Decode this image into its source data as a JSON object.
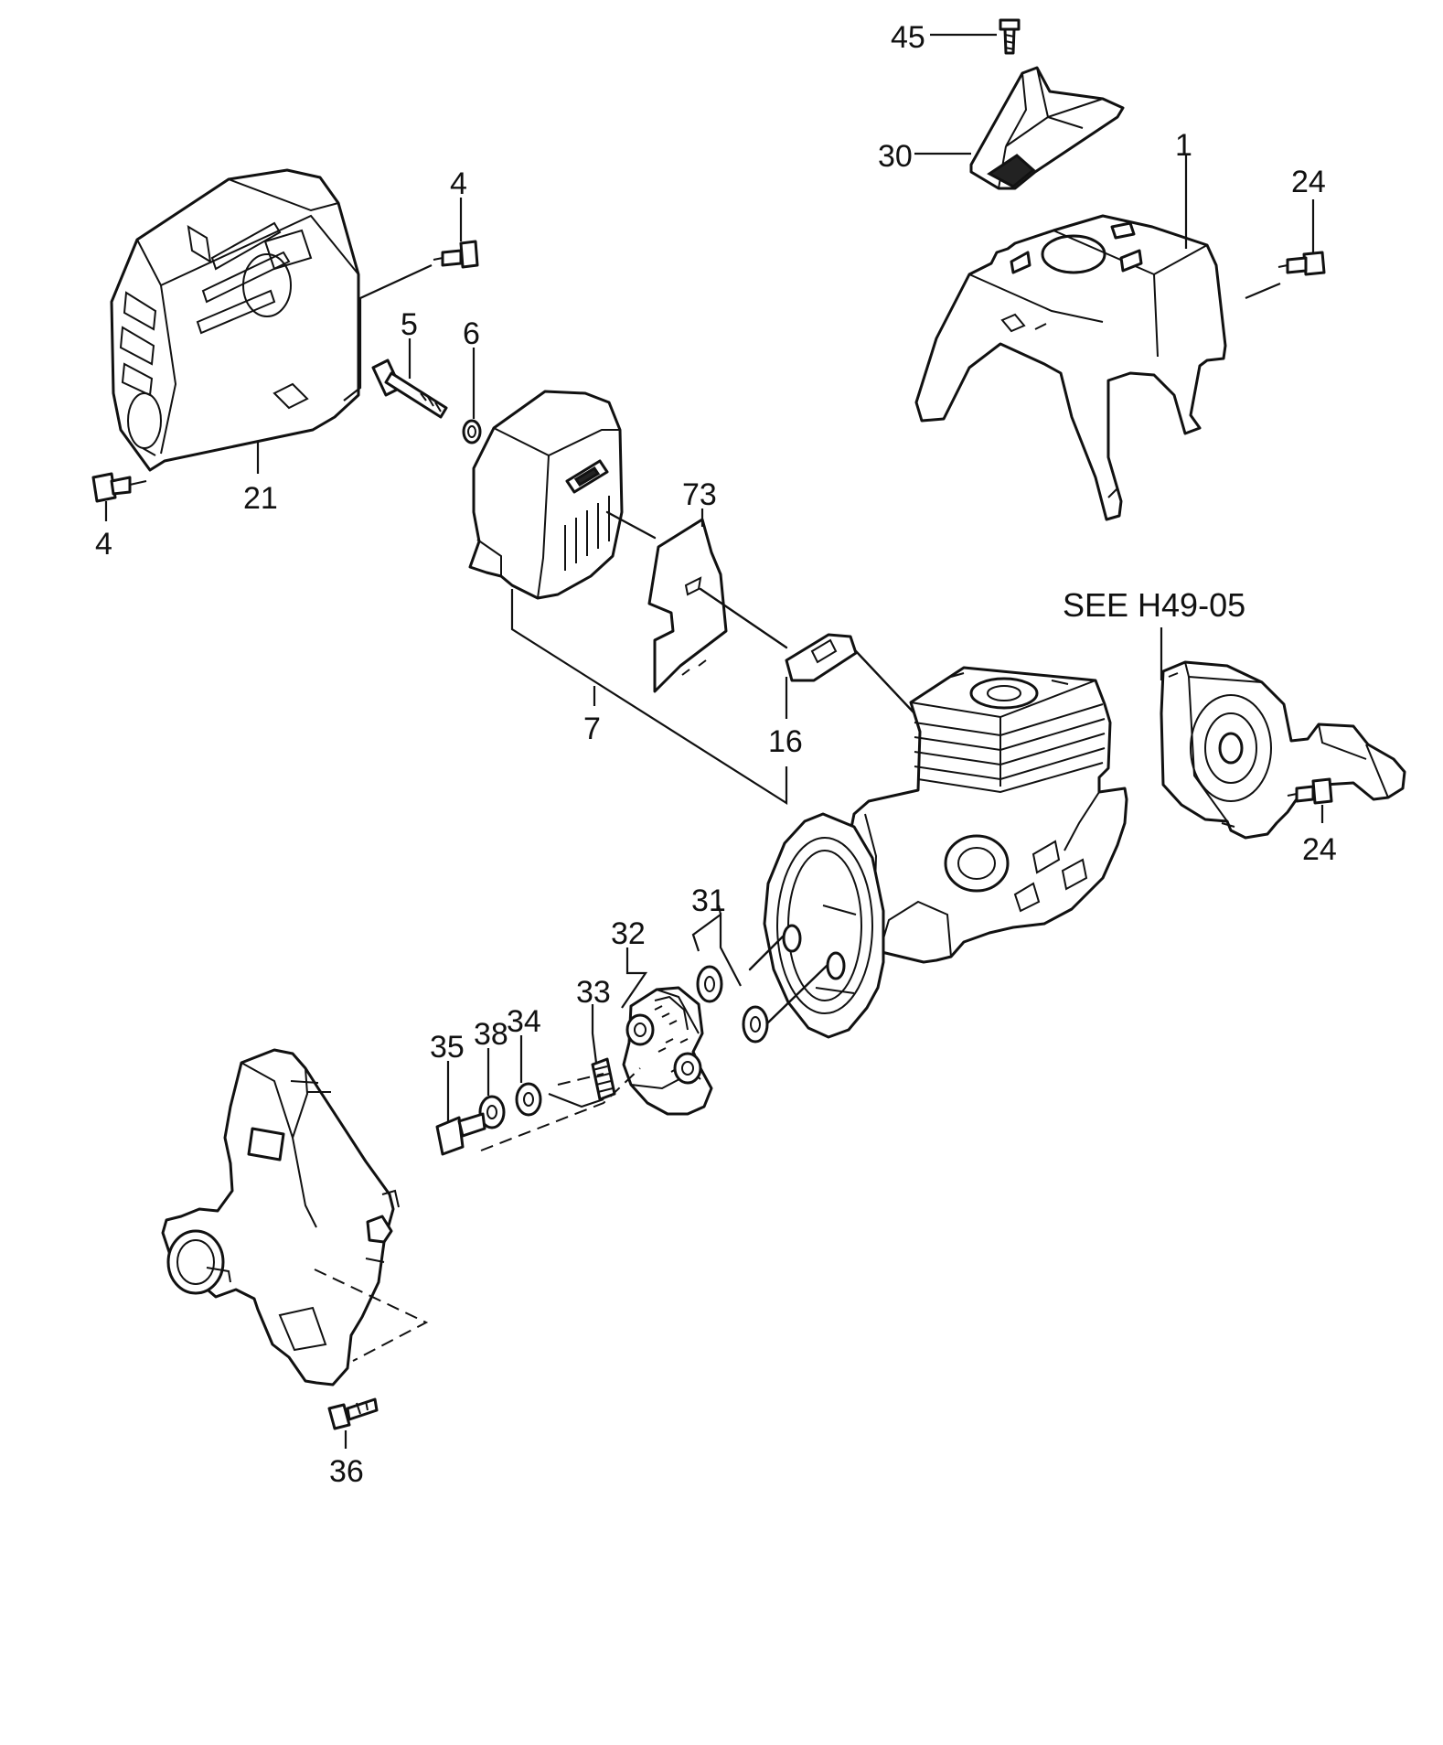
{
  "callouts": {
    "c45": "45",
    "c30": "30",
    "c1": "1",
    "c24_top": "24",
    "c4_top": "4",
    "c5": "5",
    "c6": "6",
    "c21": "21",
    "c4_bottom": "4",
    "c73": "73",
    "c7": "7",
    "c16": "16",
    "c24_right": "24",
    "c31": "31",
    "c32": "32",
    "c33": "33",
    "c34": "34",
    "c38": "38",
    "c35": "35",
    "c36": "36"
  },
  "reference_note": "SEE H49-05"
}
